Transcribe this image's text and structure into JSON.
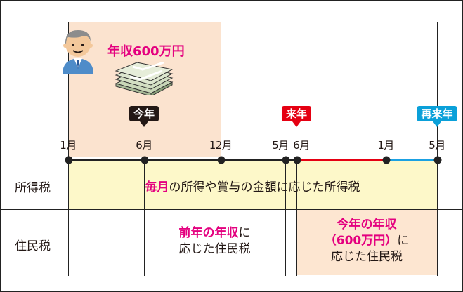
{
  "person_label": "年収600万円",
  "tags": {
    "this_year": "今年",
    "next_year": "来年",
    "year_after_next": "再来年"
  },
  "months": [
    "1月",
    "6月",
    "12月",
    "5月",
    "6月",
    "1月",
    "5月"
  ],
  "rows": {
    "income_tax": "所得税",
    "resident_tax": "住民税"
  },
  "income_tax_desc": {
    "emphasis": "毎月",
    "rest": "の所得や賞与の金額に応じた所得税"
  },
  "resident_prev": {
    "emphasis": "前年の年収",
    "suffix": "に",
    "line2": "応じた住民税"
  },
  "resident_this": {
    "line1": "今年の年収",
    "line2_emphasis": "（600万円）",
    "line2_suffix": "に",
    "line3": "応じた住民税"
  },
  "colors": {
    "this_year_bg": "#fbe3cf",
    "income_tax_band": "#fdf8c9",
    "resident_this_bg": "#fde6d1",
    "this_year_tag": "#231815",
    "next_year_tag": "#e50012",
    "year_after_next_tag": "#0aa0d9",
    "emphasis": "#e4007f",
    "segment_red": "#e50012",
    "segment_blue": "#1ba1e2"
  }
}
